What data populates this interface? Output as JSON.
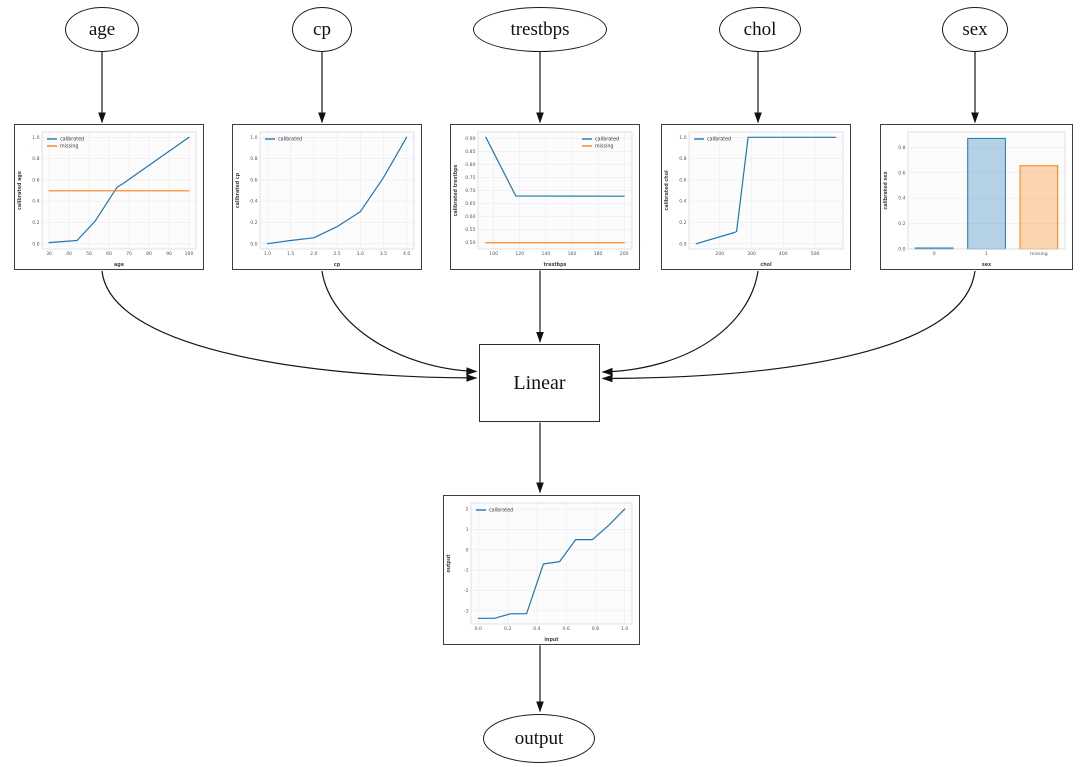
{
  "diagram": {
    "title": "calibrated linear model graph",
    "nodes": {
      "age": "age",
      "cp": "cp",
      "trestbps": "trestbps",
      "chol": "chol",
      "sex": "sex",
      "linear": "Linear",
      "output": "output"
    }
  },
  "colors": {
    "calibrated": "#1f77b4",
    "missing": "#ff7f0e",
    "calibrated_fill": "rgba(31,119,180,0.32)",
    "missing_fill": "rgba(255,127,14,0.32)",
    "edge": "#161616"
  },
  "chart_data": [
    {
      "id": "age",
      "type": "line",
      "xlabel": "age",
      "ylabel": "calibrated age",
      "xlim": [
        26.5,
        103.5
      ],
      "ylim": [
        -0.05,
        1.05
      ],
      "xticks": [
        30,
        40,
        50,
        60,
        70,
        80,
        90,
        100
      ],
      "xtick_labels": [
        "30",
        "40",
        "50",
        "60",
        "70",
        "80",
        "90",
        "100"
      ],
      "yticks": [
        0,
        0.2,
        0.4,
        0.6,
        0.8,
        1
      ],
      "ytick_labels": [
        "0.0",
        "0.2",
        "0.4",
        "0.6",
        "0.8",
        "1.0"
      ],
      "grid": true,
      "legend": {
        "position": "upper-left",
        "entries": [
          {
            "label": "calibrated",
            "color": "#1f77b4"
          },
          {
            "label": "missing",
            "color": "#ff7f0e"
          }
        ]
      },
      "series": [
        {
          "name": "calibrated",
          "color": "#1f77b4",
          "points": [
            [
              30,
              0.01
            ],
            [
              44,
              0.03
            ],
            [
              53,
              0.21
            ],
            [
              64,
              0.53
            ],
            [
              67,
              0.565
            ],
            [
              100,
              1.0
            ]
          ]
        },
        {
          "name": "missing",
          "color": "#ff7f0e",
          "points": [
            [
              30,
              0.497
            ],
            [
              100,
              0.497
            ]
          ]
        }
      ]
    },
    {
      "id": "cp",
      "type": "line",
      "xlabel": "cp",
      "ylabel": "calibrated cp",
      "xlim": [
        0.84,
        4.16
      ],
      "ylim": [
        -0.05,
        1.05
      ],
      "xticks": [
        1,
        1.5,
        2,
        2.5,
        3,
        3.5,
        4
      ],
      "xtick_labels": [
        "1.0",
        "1.5",
        "2.0",
        "2.5",
        "3.0",
        "3.5",
        "4.0"
      ],
      "yticks": [
        0,
        0.2,
        0.4,
        0.6,
        0.8,
        1
      ],
      "ytick_labels": [
        "0.0",
        "0.2",
        "0.4",
        "0.6",
        "0.8",
        "1.0"
      ],
      "grid": true,
      "legend": {
        "position": "upper-left",
        "entries": [
          {
            "label": "calibrated",
            "color": "#1f77b4"
          }
        ]
      },
      "series": [
        {
          "name": "calibrated",
          "color": "#1f77b4",
          "points": [
            [
              1,
              0.0
            ],
            [
              1.5,
              0.03
            ],
            [
              2,
              0.055
            ],
            [
              2.5,
              0.16
            ],
            [
              3,
              0.3
            ],
            [
              3.5,
              0.62
            ],
            [
              4,
              1.0
            ]
          ]
        }
      ]
    },
    {
      "id": "trestbps",
      "type": "line",
      "xlabel": "trestbps",
      "ylabel": "calibrated trestbps",
      "xlim": [
        88,
        206
      ],
      "ylim": [
        0.475,
        0.925
      ],
      "xticks": [
        100,
        120,
        140,
        160,
        180,
        200
      ],
      "xtick_labels": [
        "100",
        "120",
        "140",
        "160",
        "180",
        "200"
      ],
      "yticks": [
        0.5,
        0.55,
        0.6,
        0.65,
        0.7,
        0.75,
        0.8,
        0.85,
        0.9
      ],
      "ytick_labels": [
        "0.50",
        "0.55",
        "0.60",
        "0.65",
        "0.70",
        "0.75",
        "0.80",
        "0.85",
        "0.90"
      ],
      "grid": true,
      "legend": {
        "position": "upper-right",
        "entries": [
          {
            "label": "calibrated",
            "color": "#1f77b4"
          },
          {
            "label": "missing",
            "color": "#ff7f0e"
          }
        ]
      },
      "series": [
        {
          "name": "calibrated",
          "color": "#1f77b4",
          "points": [
            [
              94,
              0.905
            ],
            [
              117,
              0.679
            ],
            [
              200,
              0.678
            ]
          ]
        },
        {
          "name": "missing",
          "color": "#ff7f0e",
          "points": [
            [
              94,
              0.499
            ],
            [
              200,
              0.499
            ]
          ]
        }
      ]
    },
    {
      "id": "chol",
      "type": "line",
      "xlabel": "chol",
      "ylabel": "calibrated chol",
      "xlim": [
        103,
        588
      ],
      "ylim": [
        -0.05,
        1.05
      ],
      "xticks": [
        200,
        300,
        400,
        500
      ],
      "xtick_labels": [
        "200",
        "300",
        "400",
        "500"
      ],
      "yticks": [
        0,
        0.2,
        0.4,
        0.6,
        0.8,
        1
      ],
      "ytick_labels": [
        "0.0",
        "0.2",
        "0.4",
        "0.6",
        "0.8",
        "1.0"
      ],
      "grid": true,
      "legend": {
        "position": "upper-left",
        "entries": [
          {
            "label": "calibrated",
            "color": "#1f77b4"
          }
        ]
      },
      "series": [
        {
          "name": "calibrated",
          "color": "#1f77b4",
          "points": [
            [
              126,
              0.0
            ],
            [
              246,
              0.105
            ],
            [
              253,
              0.115
            ],
            [
              289,
              1.0
            ],
            [
              565,
              1.0
            ]
          ]
        }
      ]
    },
    {
      "id": "sex",
      "type": "bar",
      "xlabel": "sex",
      "ylabel": "calibrated sex",
      "categories": [
        "0",
        "1",
        "missing"
      ],
      "values": [
        0.008,
        0.87,
        0.655
      ],
      "bar_colors": [
        "#1f77b4",
        "#1f77b4",
        "#ff7f0e"
      ],
      "bar_fills": [
        "rgba(31,119,180,0.32)",
        "rgba(31,119,180,0.32)",
        "rgba(255,127,14,0.32)"
      ],
      "ylim": [
        0,
        0.92
      ],
      "yticks": [
        0,
        0.2,
        0.4,
        0.6,
        0.8
      ],
      "ytick_labels": [
        "0.0",
        "0.2",
        "0.4",
        "0.6",
        "0.8"
      ],
      "grid": true
    },
    {
      "id": "output",
      "type": "line",
      "xlabel": "input",
      "ylabel": "output",
      "xlim": [
        -0.05,
        1.05
      ],
      "ylim": [
        -3.65,
        2.3
      ],
      "xticks": [
        0,
        0.2,
        0.4,
        0.6,
        0.8,
        1
      ],
      "xtick_labels": [
        "0.0",
        "0.2",
        "0.4",
        "0.6",
        "0.8",
        "1.0"
      ],
      "yticks": [
        -3,
        -2,
        -1,
        0,
        1,
        2
      ],
      "ytick_labels": [
        "-3",
        "-2",
        "-1",
        "0",
        "1",
        "2"
      ],
      "grid": true,
      "legend": {
        "position": "upper-left",
        "entries": [
          {
            "label": "calibrated",
            "color": "#1f77b4"
          }
        ]
      },
      "series": [
        {
          "name": "calibrated",
          "color": "#1f77b4",
          "points": [
            [
              0,
              -3.37
            ],
            [
              0.11,
              -3.37
            ],
            [
              0.22,
              -3.15
            ],
            [
              0.33,
              -3.14
            ],
            [
              0.445,
              -0.7
            ],
            [
              0.555,
              -0.58
            ],
            [
              0.665,
              0.5
            ],
            [
              0.78,
              0.5
            ],
            [
              0.89,
              1.2
            ],
            [
              1.0,
              2.0
            ]
          ]
        }
      ]
    }
  ]
}
